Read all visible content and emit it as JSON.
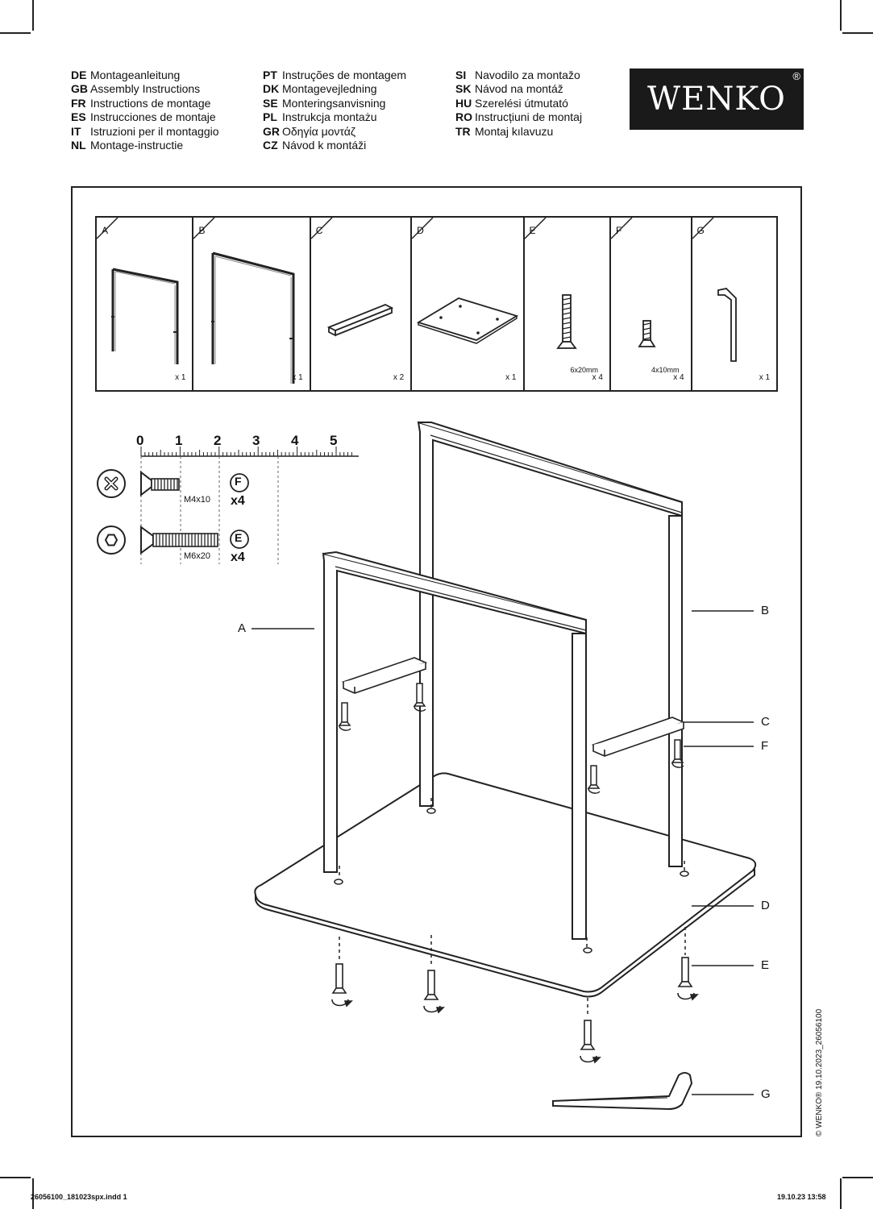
{
  "languages": [
    [
      {
        "code": "DE",
        "label": "Montageanleitung"
      },
      {
        "code": "GB",
        "label": "Assembly Instructions"
      },
      {
        "code": "FR",
        "label": "Instructions de montage"
      },
      {
        "code": "ES",
        "label": "Instrucciones de montaje"
      },
      {
        "code": "IT",
        "label": "Istruzioni per il montaggio"
      },
      {
        "code": "NL",
        "label": "Montage-instructie"
      }
    ],
    [
      {
        "code": "PT",
        "label": "Instruções de montagem"
      },
      {
        "code": "DK",
        "label": "Montagevejledning"
      },
      {
        "code": "SE",
        "label": "Monteringsanvisning"
      },
      {
        "code": "PL",
        "label": "Instrukcja montażu"
      },
      {
        "code": "GR",
        "label": "Οδηγία μοντάζ"
      },
      {
        "code": "CZ",
        "label": "Návod k montáži"
      }
    ],
    [
      {
        "code": "SI",
        "label": "Navodilo za montažo"
      },
      {
        "code": "SK",
        "label": "Návod na montáž"
      },
      {
        "code": "HU",
        "label": "Szerelési útmutató"
      },
      {
        "code": "RO",
        "label": "Instrucțiuni de montaj"
      },
      {
        "code": "TR",
        "label": "Montaj kılavuzu"
      }
    ]
  ],
  "logo": {
    "text": "WENKO",
    "registered": "®"
  },
  "parts": [
    {
      "letter": "A",
      "qty": "x 1",
      "size": ""
    },
    {
      "letter": "B",
      "qty": "x 1",
      "size": ""
    },
    {
      "letter": "C",
      "qty": "x 2",
      "size": ""
    },
    {
      "letter": "D",
      "qty": "x 1",
      "size": ""
    },
    {
      "letter": "E",
      "qty": "x 4",
      "size": "6x20mm"
    },
    {
      "letter": "F",
      "qty": "x 4",
      "size": "4x10mm"
    },
    {
      "letter": "G",
      "qty": "x 1",
      "size": ""
    }
  ],
  "ruler": {
    "marks": [
      "0",
      "1",
      "2",
      "3",
      "4",
      "5"
    ]
  },
  "screw_legend": [
    {
      "size": "M4x10",
      "letter": "F",
      "qty": "x4",
      "head": "cross"
    },
    {
      "size": "M6x20",
      "letter": "E",
      "qty": "x4",
      "head": "hex"
    }
  ],
  "callouts": {
    "A": "A",
    "B": "B",
    "C": "C",
    "F": "F",
    "D": "D",
    "E": "E",
    "G": "G"
  },
  "side_text": "© WENKO® 19.10.2023_26056100",
  "footer": {
    "left": "26056100_181023spx.indd   1",
    "right": "19.10.23   13:58"
  }
}
